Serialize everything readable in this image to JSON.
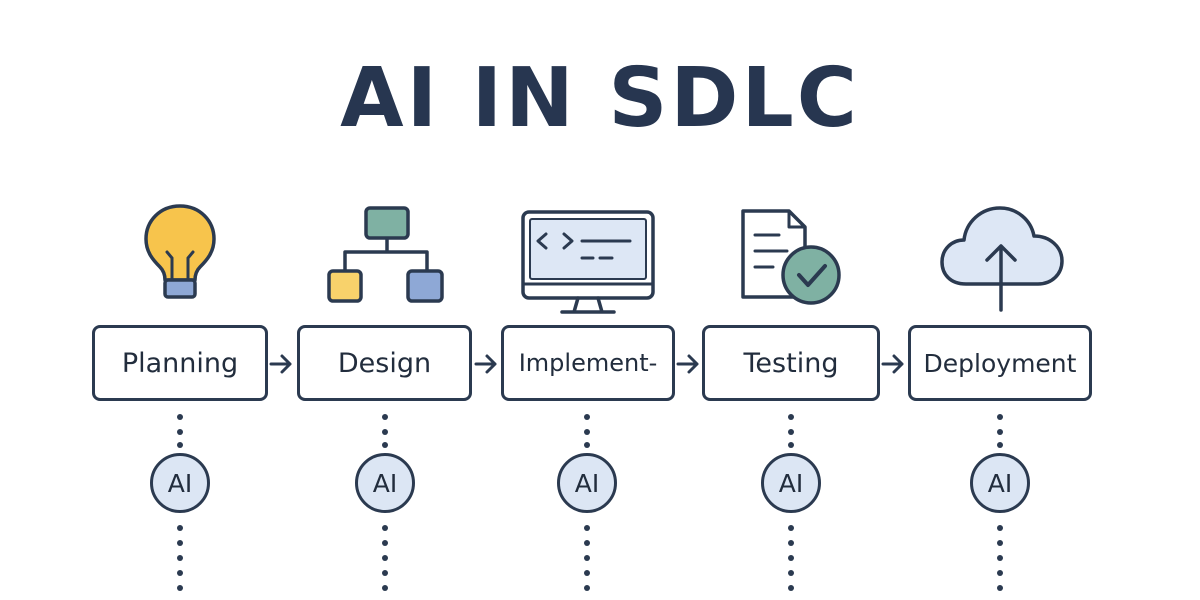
{
  "title": "AI IN SDLC",
  "colors": {
    "ink": "#2b3a50",
    "bulb": "#f7c44c",
    "teal": "#7fb1a3",
    "yellow": "#f8d26b",
    "blue": "#8ea8d6",
    "screen": "#dde7f5",
    "badge": "#dce6f4"
  },
  "stages": [
    {
      "label": "Planning",
      "icon": "lightbulb-icon",
      "badge": "AI"
    },
    {
      "label": "Design",
      "icon": "hierarchy-diagram-icon",
      "badge": "AI"
    },
    {
      "label": "Implement-",
      "icon": "monitor-code-icon",
      "badge": "AI"
    },
    {
      "label": "Testing",
      "icon": "checklist-document-icon",
      "badge": "AI"
    },
    {
      "label": "Deployment",
      "icon": "cloud-upload-icon",
      "badge": "AI"
    }
  ]
}
